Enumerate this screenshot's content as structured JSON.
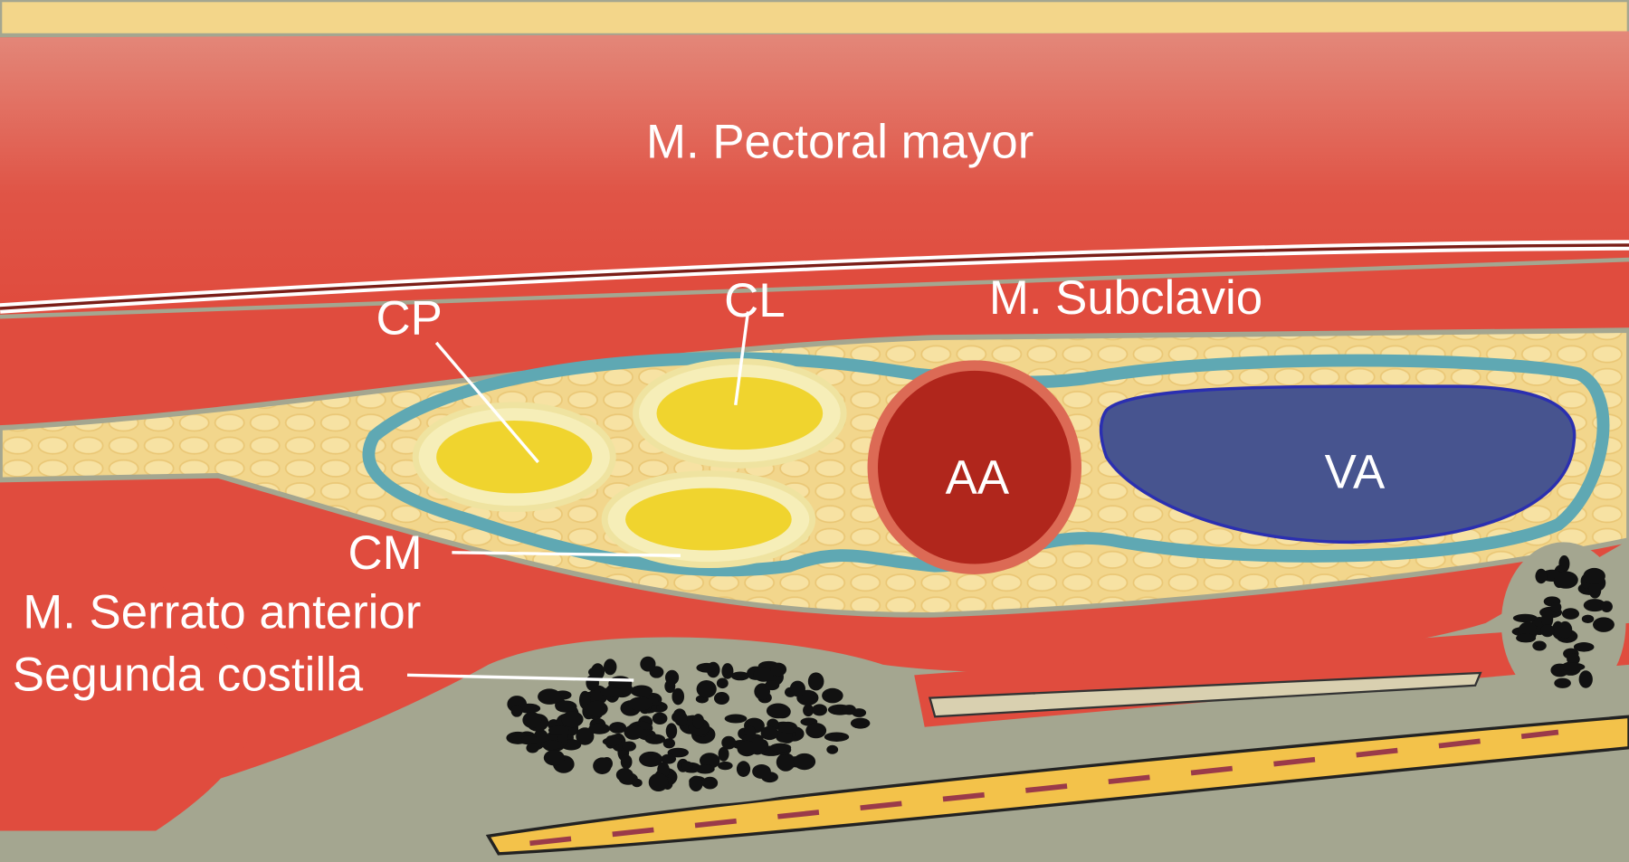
{
  "labels": {
    "pectoral": "M. Pectoral mayor",
    "subclavio": "M. Subclavio",
    "cp": "CP",
    "cl": "CL",
    "aa": "AA",
    "va": "VA",
    "cm": "CM",
    "serrato": "M. Serrato anterior",
    "costilla": "Segunda costilla"
  },
  "colors": {
    "muscle": "#e04c3e",
    "muscle_light": "#e17b6d",
    "fat": "#f2d68c",
    "sheath": "#5fa8b3",
    "nerve": "#f6eeb8",
    "artery": "#b0261c",
    "vein": "#47548f",
    "bone": "#a4a690",
    "cartilage": "#f3c24a"
  }
}
